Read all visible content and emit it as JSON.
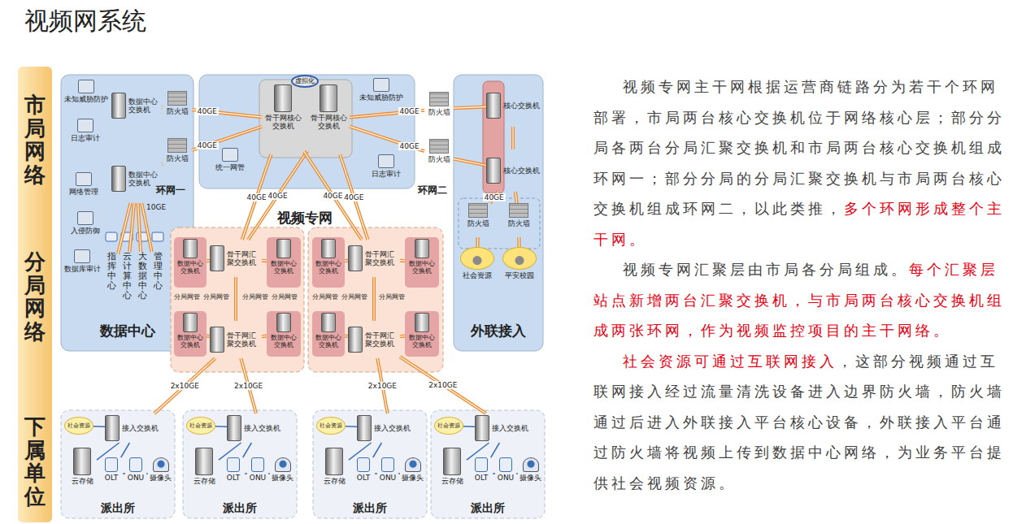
{
  "diagram": {
    "title": "视频网系统",
    "nodes": [
      {
        "text": [
          "数据中心"
        ]
      },
      {
        "text": [
          "数据中心交换机"
        ],
        "in": 0
      },
      {
        "text": [
          "数据中心交换机"
        ],
        "in": 0
      },
      {
        "text": [
          "未知威胁防护"
        ],
        "in": 0
      },
      {
        "text": [
          "日志审计"
        ],
        "in": 0
      },
      {
        "text": [
          "网络管理"
        ],
        "in": 0
      },
      {
        "text": [
          "入侵防御"
        ],
        "in": 0
      },
      {
        "text": [
          "数据库审计"
        ],
        "in": 0
      },
      {
        "text": [
          "指挥中心"
        ],
        "in": 0
      },
      {
        "text": [
          "云计算中心"
        ],
        "in": 0
      },
      {
        "text": [
          "大数据中心"
        ],
        "in": 0
      },
      {
        "text": [
          "管理中心"
        ],
        "in": 0
      },
      {
        "text": [
          "防火墙"
        ]
      },
      {
        "text": [
          "防火墙"
        ]
      },
      {
        "text": [
          "统一网管"
        ]
      },
      {
        "text": [
          "骨干网核心交换机"
        ]
      },
      {
        "text": [
          "骨干网核心交换机"
        ]
      },
      {
        "text": [
          "虚拟化"
        ]
      },
      {
        "text": [
          "未知威胁防护"
        ]
      },
      {
        "text": [
          "日志审计"
        ]
      },
      {
        "text": [
          "防火墙"
        ]
      },
      {
        "text": [
          "防火墙"
        ]
      },
      {
        "text": [
          "外联接入"
        ]
      },
      {
        "text": [
          "核心交换机"
        ],
        "in": 22
      },
      {
        "text": [
          "核心交换机"
        ],
        "in": 22
      },
      {
        "text": [
          "防火墙"
        ],
        "in": 22
      },
      {
        "text": [
          "防火墙"
        ],
        "in": 22
      },
      {
        "text": [
          "社会资源"
        ],
        "in": 22
      },
      {
        "text": [
          "平安校园"
        ],
        "in": 22
      },
      {
        "text": [
          "数据中心交换机"
        ]
      },
      {
        "text": [
          "骨干网汇聚交换机"
        ]
      },
      {
        "text": [
          "数据中心交换机"
        ]
      },
      {
        "text": [
          "数据中心交换机"
        ]
      },
      {
        "text": [
          "骨干网汇聚交换机"
        ]
      },
      {
        "text": [
          "数据中心交换机"
        ]
      },
      {
        "text": [
          "数据中心交换机"
        ]
      },
      {
        "text": [
          "骨干网汇聚交换机"
        ]
      },
      {
        "text": [
          "数据中心交换机"
        ]
      },
      {
        "text": [
          "数据中心交换机"
        ]
      },
      {
        "text": [
          "骨干网汇聚交换机"
        ]
      },
      {
        "text": [
          "数据中心交换机"
        ]
      },
      {
        "text": [
          "派出所"
        ]
      },
      {
        "text": [
          "社会资源"
        ],
        "in": 41
      },
      {
        "text": [
          "接入交换机"
        ],
        "in": 41
      },
      {
        "text": [
          "云存储"
        ],
        "in": 41
      },
      {
        "text": [
          "OLT"
        ],
        "in": 41
      },
      {
        "text": [
          "ONU"
        ],
        "in": 41
      },
      {
        "text": [
          "摄像头"
        ],
        "in": 41
      },
      {
        "text": [
          "派出所"
        ]
      },
      {
        "text": [
          "社会资源"
        ],
        "in": 48
      },
      {
        "text": [
          "接入交换机"
        ],
        "in": 48
      },
      {
        "text": [
          "云存储"
        ],
        "in": 48
      },
      {
        "text": [
          "OLT"
        ],
        "in": 48
      },
      {
        "text": [
          "ONU"
        ],
        "in": 48
      },
      {
        "text": [
          "摄像头"
        ],
        "in": 48
      },
      {
        "text": [
          "派出所"
        ]
      },
      {
        "text": [
          "社会资源"
        ],
        "in": 55
      },
      {
        "text": [
          "接入交换机"
        ],
        "in": 55
      },
      {
        "text": [
          "云存储"
        ],
        "in": 55
      },
      {
        "text": [
          "OLT"
        ],
        "in": 55
      },
      {
        "text": [
          "ONU"
        ],
        "in": 55
      },
      {
        "text": [
          "摄像头"
        ],
        "in": 55
      },
      {
        "text": [
          "派出所"
        ]
      },
      {
        "text": [
          "社会资源"
        ],
        "in": 62
      },
      {
        "text": [
          "接入交换机"
        ],
        "in": 62
      },
      {
        "text": [
          "云存储"
        ],
        "in": 62
      },
      {
        "text": [
          "OLT"
        ],
        "in": 62
      },
      {
        "text": [
          "ONU"
        ],
        "in": 62
      },
      {
        "text": [
          "摄像头"
        ],
        "in": 62
      }
    ],
    "edges": [
      {
        "from": 1,
        "to": 12,
        "arrow": "none"
      },
      {
        "from": 2,
        "to": 13,
        "arrow": "none"
      },
      {
        "from": 12,
        "to": 15,
        "label": "40GE",
        "arrow": "none"
      },
      {
        "from": 13,
        "to": 15,
        "label": "40GE",
        "arrow": "none"
      },
      {
        "from": 16,
        "to": 20,
        "label": "40GE",
        "arrow": "none"
      },
      {
        "from": 16,
        "to": 21,
        "label": "40GE",
        "arrow": "none"
      },
      {
        "from": 20,
        "to": 23,
        "arrow": "none"
      },
      {
        "from": 21,
        "to": 24,
        "arrow": "none"
      },
      {
        "from": 23,
        "to": 24,
        "arrow": "none"
      },
      {
        "from": 24,
        "to": 25,
        "label": "40GE",
        "arrow": "none"
      },
      {
        "from": 24,
        "to": 26,
        "arrow": "none"
      },
      {
        "from": 25,
        "to": 27,
        "arrow": "none"
      },
      {
        "from": 26,
        "to": 28,
        "arrow": "none"
      },
      {
        "from": 2,
        "to": 8,
        "arrow": "none"
      },
      {
        "from": 2,
        "to": 9,
        "arrow": "none"
      },
      {
        "from": 2,
        "to": 10,
        "arrow": "none"
      },
      {
        "from": 2,
        "to": 11,
        "arrow": "none"
      },
      {
        "from": 15,
        "to": 30,
        "label": "40GE",
        "arrow": "none"
      },
      {
        "from": 16,
        "to": 30,
        "label": "40GE",
        "arrow": "none"
      },
      {
        "from": 15,
        "to": 36,
        "label": "40GE",
        "arrow": "none"
      },
      {
        "from": 16,
        "to": 36,
        "label": "40GE",
        "arrow": "none"
      },
      {
        "from": 29,
        "to": 30,
        "arrow": "none"
      },
      {
        "from": 30,
        "to": 31,
        "arrow": "none"
      },
      {
        "from": 30,
        "to": 33,
        "arrow": "none"
      },
      {
        "from": 32,
        "to": 33,
        "arrow": "none"
      },
      {
        "from": 33,
        "to": 34,
        "arrow": "none"
      },
      {
        "from": 35,
        "to": 36,
        "arrow": "none"
      },
      {
        "from": 36,
        "to": 37,
        "arrow": "none"
      },
      {
        "from": 36,
        "to": 39,
        "arrow": "none"
      },
      {
        "from": 38,
        "to": 39,
        "arrow": "none"
      },
      {
        "from": 39,
        "to": 40,
        "arrow": "none"
      },
      {
        "from": 33,
        "to": 43,
        "label": "2x10GE",
        "arrow": "none"
      },
      {
        "from": 33,
        "to": 50,
        "label": "2x10GE",
        "arrow": "none"
      },
      {
        "from": 39,
        "to": 57,
        "label": "2x10GE",
        "arrow": "none"
      },
      {
        "from": 39,
        "to": 64,
        "label": "2x10GE",
        "arrow": "none"
      },
      {
        "from": 43,
        "to": 42,
        "arrow": "none"
      },
      {
        "from": 43,
        "to": 44,
        "arrow": "none"
      },
      {
        "from": 43,
        "to": 45,
        "arrow": "none"
      },
      {
        "from": 45,
        "to": 46,
        "arrow": "none"
      },
      {
        "from": 46,
        "to": 47,
        "arrow": "none"
      },
      {
        "from": 50,
        "to": 49,
        "arrow": "none"
      },
      {
        "from": 50,
        "to": 51,
        "arrow": "none"
      },
      {
        "from": 50,
        "to": 52,
        "arrow": "none"
      },
      {
        "from": 52,
        "to": 53,
        "arrow": "none"
      },
      {
        "from": 53,
        "to": 54,
        "arrow": "none"
      },
      {
        "from": 57,
        "to": 56,
        "arrow": "none"
      },
      {
        "from": 57,
        "to": 58,
        "arrow": "none"
      },
      {
        "from": 57,
        "to": 59,
        "arrow": "none"
      },
      {
        "from": 59,
        "to": 60,
        "arrow": "none"
      },
      {
        "from": 60,
        "to": 61,
        "arrow": "none"
      },
      {
        "from": 64,
        "to": 63,
        "arrow": "none"
      },
      {
        "from": 64,
        "to": 65,
        "arrow": "none"
      },
      {
        "from": 64,
        "to": 66,
        "arrow": "none"
      },
      {
        "from": 66,
        "to": 67,
        "arrow": "none"
      },
      {
        "from": 67,
        "to": 68,
        "arrow": "none"
      }
    ],
    "labels": [
      "市局网络",
      "分局网络",
      "下属单位",
      "10GE",
      "环网一",
      "环网二",
      "视频专网",
      "分局网管",
      "分局网管",
      "分局网管",
      "分局网管",
      "分局网管",
      "分局网管",
      "分局网管",
      "视频专网主干网根据运营商链路分为若干个环网部署，市局两台核心交换机位于网络核心层；部分分局各两台分局汇聚交换机和市局两台核心交换机组成环网一；部分分局的分局汇聚交换机与市局两台核心交换机组成环网二，以此类推，",
      "多个环网形成整个主干网。",
      "视频专网汇聚层由市局各分局组成。",
      "每个汇聚层站点新增两台汇聚交换机，与市局两台核心交换机组成两张环网，作为视频监控项目的主干网络。",
      "社会资源可通过互联网接入",
      "，这部分视频通过互联网接入经过流量清洗设备进入边界防火墙，防火墙通过后进入外联接入平台核心设备，外联接入平台通过防火墙将视频上传到数据中心网络，为业务平台提供社会视频资源。"
    ]
  }
}
